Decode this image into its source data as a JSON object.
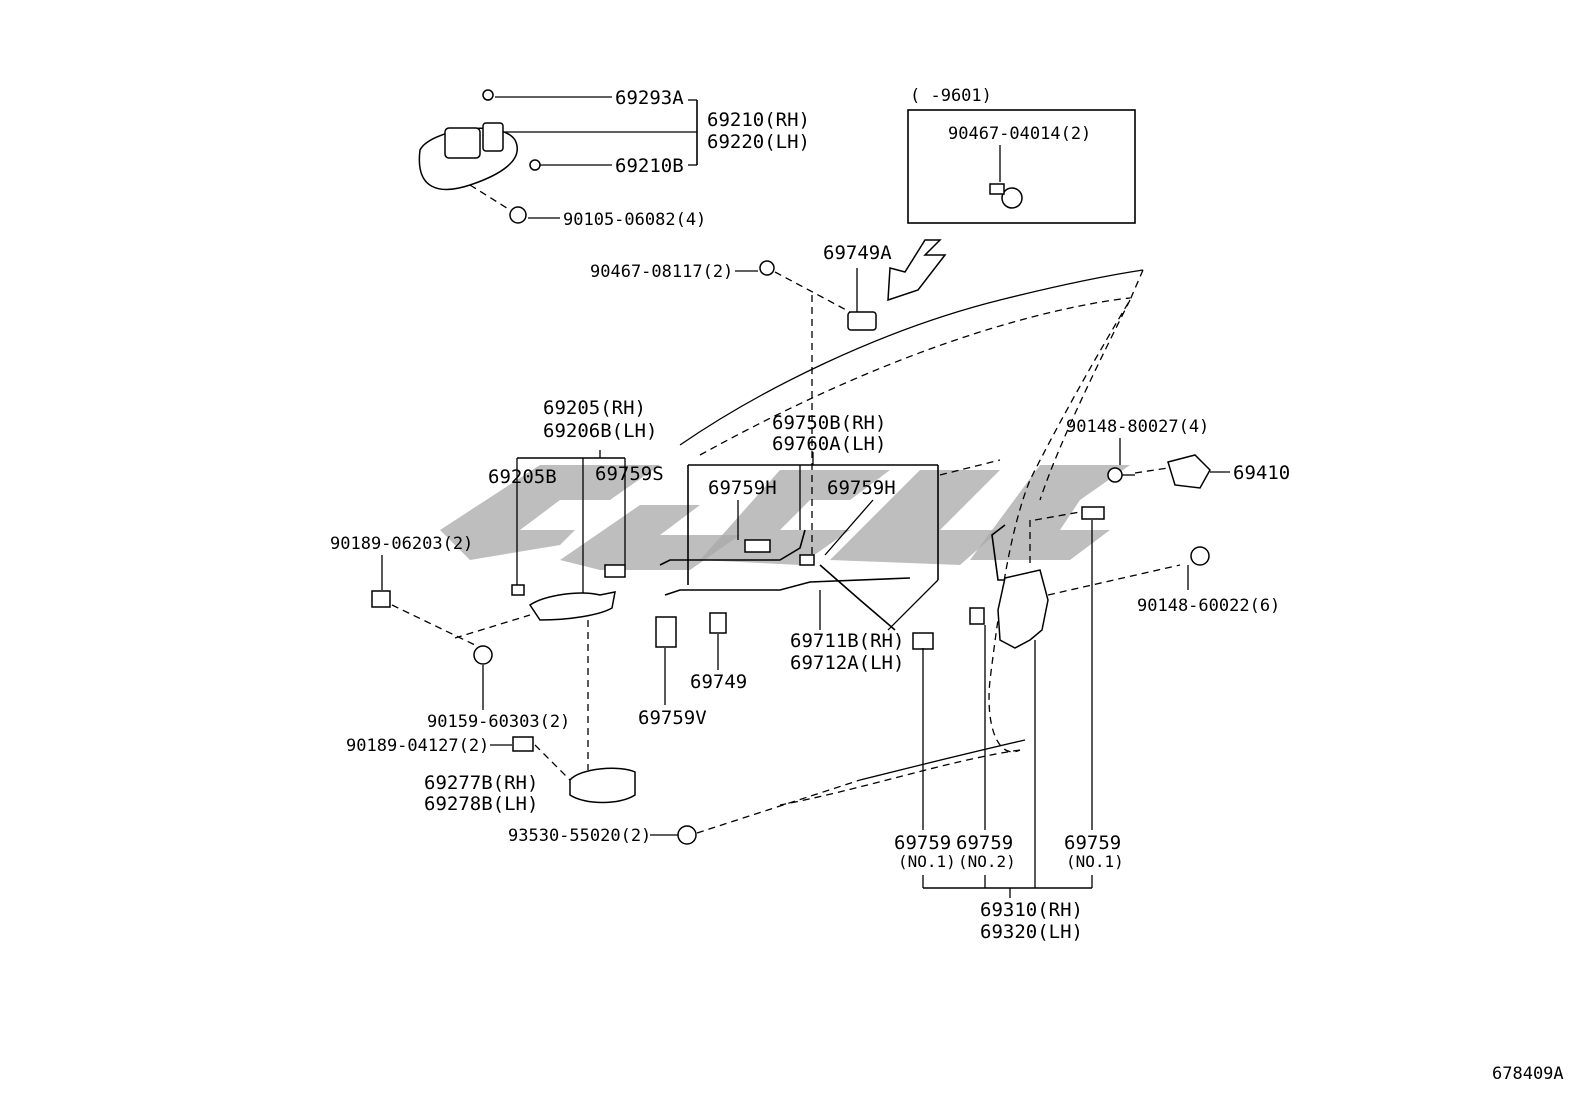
{
  "labels": {
    "p69293A": "69293A",
    "p69210RH": "69210(RH)",
    "p69220LH": "69220(LH)",
    "p69210B": "69210B",
    "p90105": "90105-06082(4)",
    "p9601": "(    -9601)",
    "p90467_04014": "90467-04014(2)",
    "p69749A": "69749A",
    "p90467_08117": "90467-08117(2)",
    "p69205RH": "69205(RH)",
    "p69206BLH": "69206B(LH)",
    "p69205B": "69205B",
    "p69759S": "69759S",
    "p69750BRH": "69750B(RH)",
    "p69760ALH": "69760A(LH)",
    "p69759H_1": "69759H",
    "p69759H_2": "69759H",
    "p90148_80027": "90148-80027(4)",
    "p69410": "69410",
    "p90189_06203": "90189-06203(2)",
    "p90148_60022": "90148-60022(6)",
    "p69711BRH": "69711B(RH)",
    "p69712ALH": "69712A(LH)",
    "p69749": "69749",
    "p69759V": "69759V",
    "p90159_60303": "90159-60303(2)",
    "p90189_04127": "90189-04127(2)",
    "p69277BRH": "69277B(RH)",
    "p69278BLH": "69278B(LH)",
    "p93530_55020": "93530-55020(2)",
    "p69759_no1a": "69759",
    "p69759_no1a_sub": "(NO.1)",
    "p69759_no2": "69759",
    "p69759_no2_sub": "(NO.2)",
    "p69759_no1b": "69759",
    "p69759_no1b_sub": "(NO.1)",
    "p69310RH": "69310(RH)",
    "p69320LH": "69320(LH)",
    "diagram_code": "678409A"
  },
  "colors": {
    "line": "#000000",
    "background": "#ffffff",
    "watermark": "#a8a8a8"
  }
}
